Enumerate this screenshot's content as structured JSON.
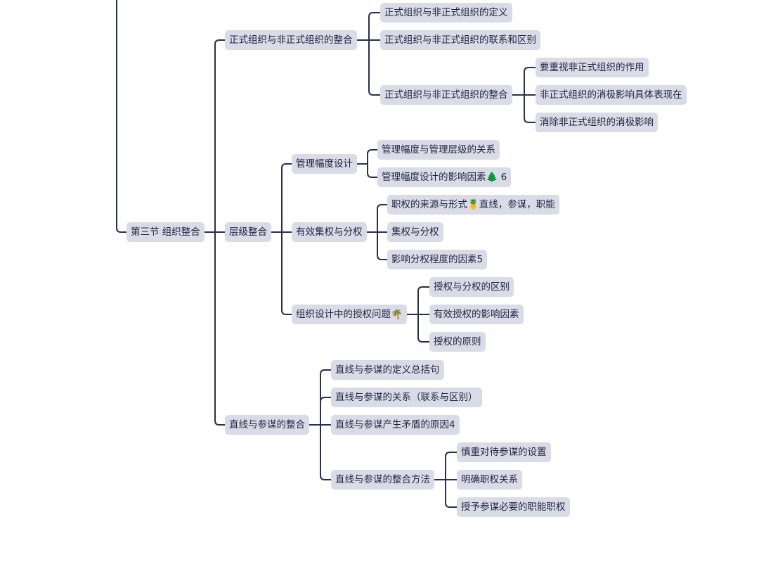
{
  "colors": {
    "line": "#2b2f4a",
    "node_bg": "#d9dbe6",
    "node_text": "#1f2340"
  },
  "nodes": {
    "n_root": "第三节 组织整合",
    "n_b1": "正式组织与非正式组织的整合",
    "n_b1_1": "正式组织与非正式组织的定义",
    "n_b1_2": "正式组织与非正式组织的联系和区别",
    "n_b1_3": "正式组织与非正式组织的整合",
    "n_b1_3_1": "要重视非正式组织的作用",
    "n_b1_3_2": "非正式组织的消极影响具体表现在",
    "n_b1_3_3": "消除非正式组织的消极影响",
    "n_b2": "层级整合",
    "n_b2_1": "管理幅度设计",
    "n_b2_1_1": "管理幅度与管理层级的关系",
    "n_b2_1_2": "管理幅度设计的影响因素🌲 6",
    "n_b2_2": "有效集权与分权",
    "n_b2_2_1": "职权的来源与形式🍍直线，参谋，职能",
    "n_b2_2_2": "集权与分权",
    "n_b2_2_3": "影响分权程度的因素5",
    "n_b2_3": "组织设计中的授权问题🌴",
    "n_b2_3_1": "授权与分权的区别",
    "n_b2_3_2": "有效授权的影响因素",
    "n_b2_3_3": "授权的原则",
    "n_b3": "直线与参谋的整合",
    "n_b3_1": "直线与参谋的定义总括句",
    "n_b3_2": "直线与参谋的关系（联系与区别）",
    "n_b3_3": "直线与参谋产生矛盾的原因4",
    "n_b3_4": "直线与参谋的整合方法",
    "n_b3_4_1": "慎重对待参谋的设置",
    "n_b3_4_2": "明确职权关系",
    "n_b3_4_3": "授予参谋必要的职能职权"
  }
}
